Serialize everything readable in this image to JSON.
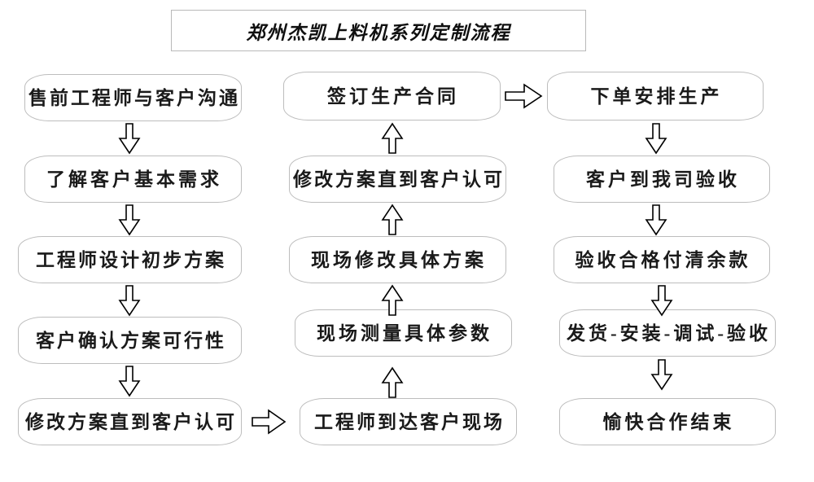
{
  "title": {
    "text": "郑州杰凯上料机系列定制流程"
  },
  "colors": {
    "node_border": "#bdbdbd",
    "title_border": "#b9b9b9",
    "text": "#1a1a1a",
    "arrow_stroke": "#000000",
    "background": "#ffffff"
  },
  "columns": [
    {
      "id": "left",
      "flow_direction": "down",
      "nodes": [
        {
          "id": "l1",
          "label": "售前工程师与客户沟通"
        },
        {
          "id": "l2",
          "label": "了解客户基本需求"
        },
        {
          "id": "l3",
          "label": "工程师设计初步方案"
        },
        {
          "id": "l4",
          "label": "客户确认方案可行性"
        },
        {
          "id": "l5",
          "label": "修改方案直到客户认可"
        }
      ]
    },
    {
      "id": "middle",
      "flow_direction": "up",
      "nodes": [
        {
          "id": "m1",
          "label": "签订生产合同"
        },
        {
          "id": "m2",
          "label": "修改方案直到客户认可"
        },
        {
          "id": "m3",
          "label": "现场修改具体方案"
        },
        {
          "id": "m4",
          "label": "现场测量具体参数"
        },
        {
          "id": "m5",
          "label": "工程师到达客户现场"
        }
      ]
    },
    {
      "id": "right",
      "flow_direction": "down",
      "nodes": [
        {
          "id": "r1",
          "label": "下单安排生产"
        },
        {
          "id": "r2",
          "label": "客户到我司验收"
        },
        {
          "id": "r3",
          "label": "验收合格付清余款"
        },
        {
          "id": "r4",
          "label": "发货-安装-调试-验收"
        },
        {
          "id": "r5",
          "label": "愉快合作结束"
        }
      ]
    }
  ],
  "connectors": [
    {
      "id": "c-l1-l2",
      "from": "l1",
      "to": "l2",
      "direction": "down"
    },
    {
      "id": "c-l2-l3",
      "from": "l2",
      "to": "l3",
      "direction": "down"
    },
    {
      "id": "c-l3-l4",
      "from": "l3",
      "to": "l4",
      "direction": "down"
    },
    {
      "id": "c-l4-l5",
      "from": "l4",
      "to": "l5",
      "direction": "down"
    },
    {
      "id": "c-l5-m5",
      "from": "l5",
      "to": "m5",
      "direction": "right"
    },
    {
      "id": "c-m5-m4",
      "from": "m5",
      "to": "m4",
      "direction": "up"
    },
    {
      "id": "c-m4-m3",
      "from": "m4",
      "to": "m3",
      "direction": "up"
    },
    {
      "id": "c-m3-m2",
      "from": "m3",
      "to": "m2",
      "direction": "up"
    },
    {
      "id": "c-m2-m1",
      "from": "m2",
      "to": "m1",
      "direction": "up"
    },
    {
      "id": "c-m1-r1",
      "from": "m1",
      "to": "r1",
      "direction": "right"
    },
    {
      "id": "c-r1-r2",
      "from": "r1",
      "to": "r2",
      "direction": "down"
    },
    {
      "id": "c-r2-r3",
      "from": "r2",
      "to": "r3",
      "direction": "down"
    },
    {
      "id": "c-r3-r4",
      "from": "r3",
      "to": "r4",
      "direction": "down"
    },
    {
      "id": "c-r4-r5",
      "from": "r4",
      "to": "r5",
      "direction": "down"
    }
  ]
}
